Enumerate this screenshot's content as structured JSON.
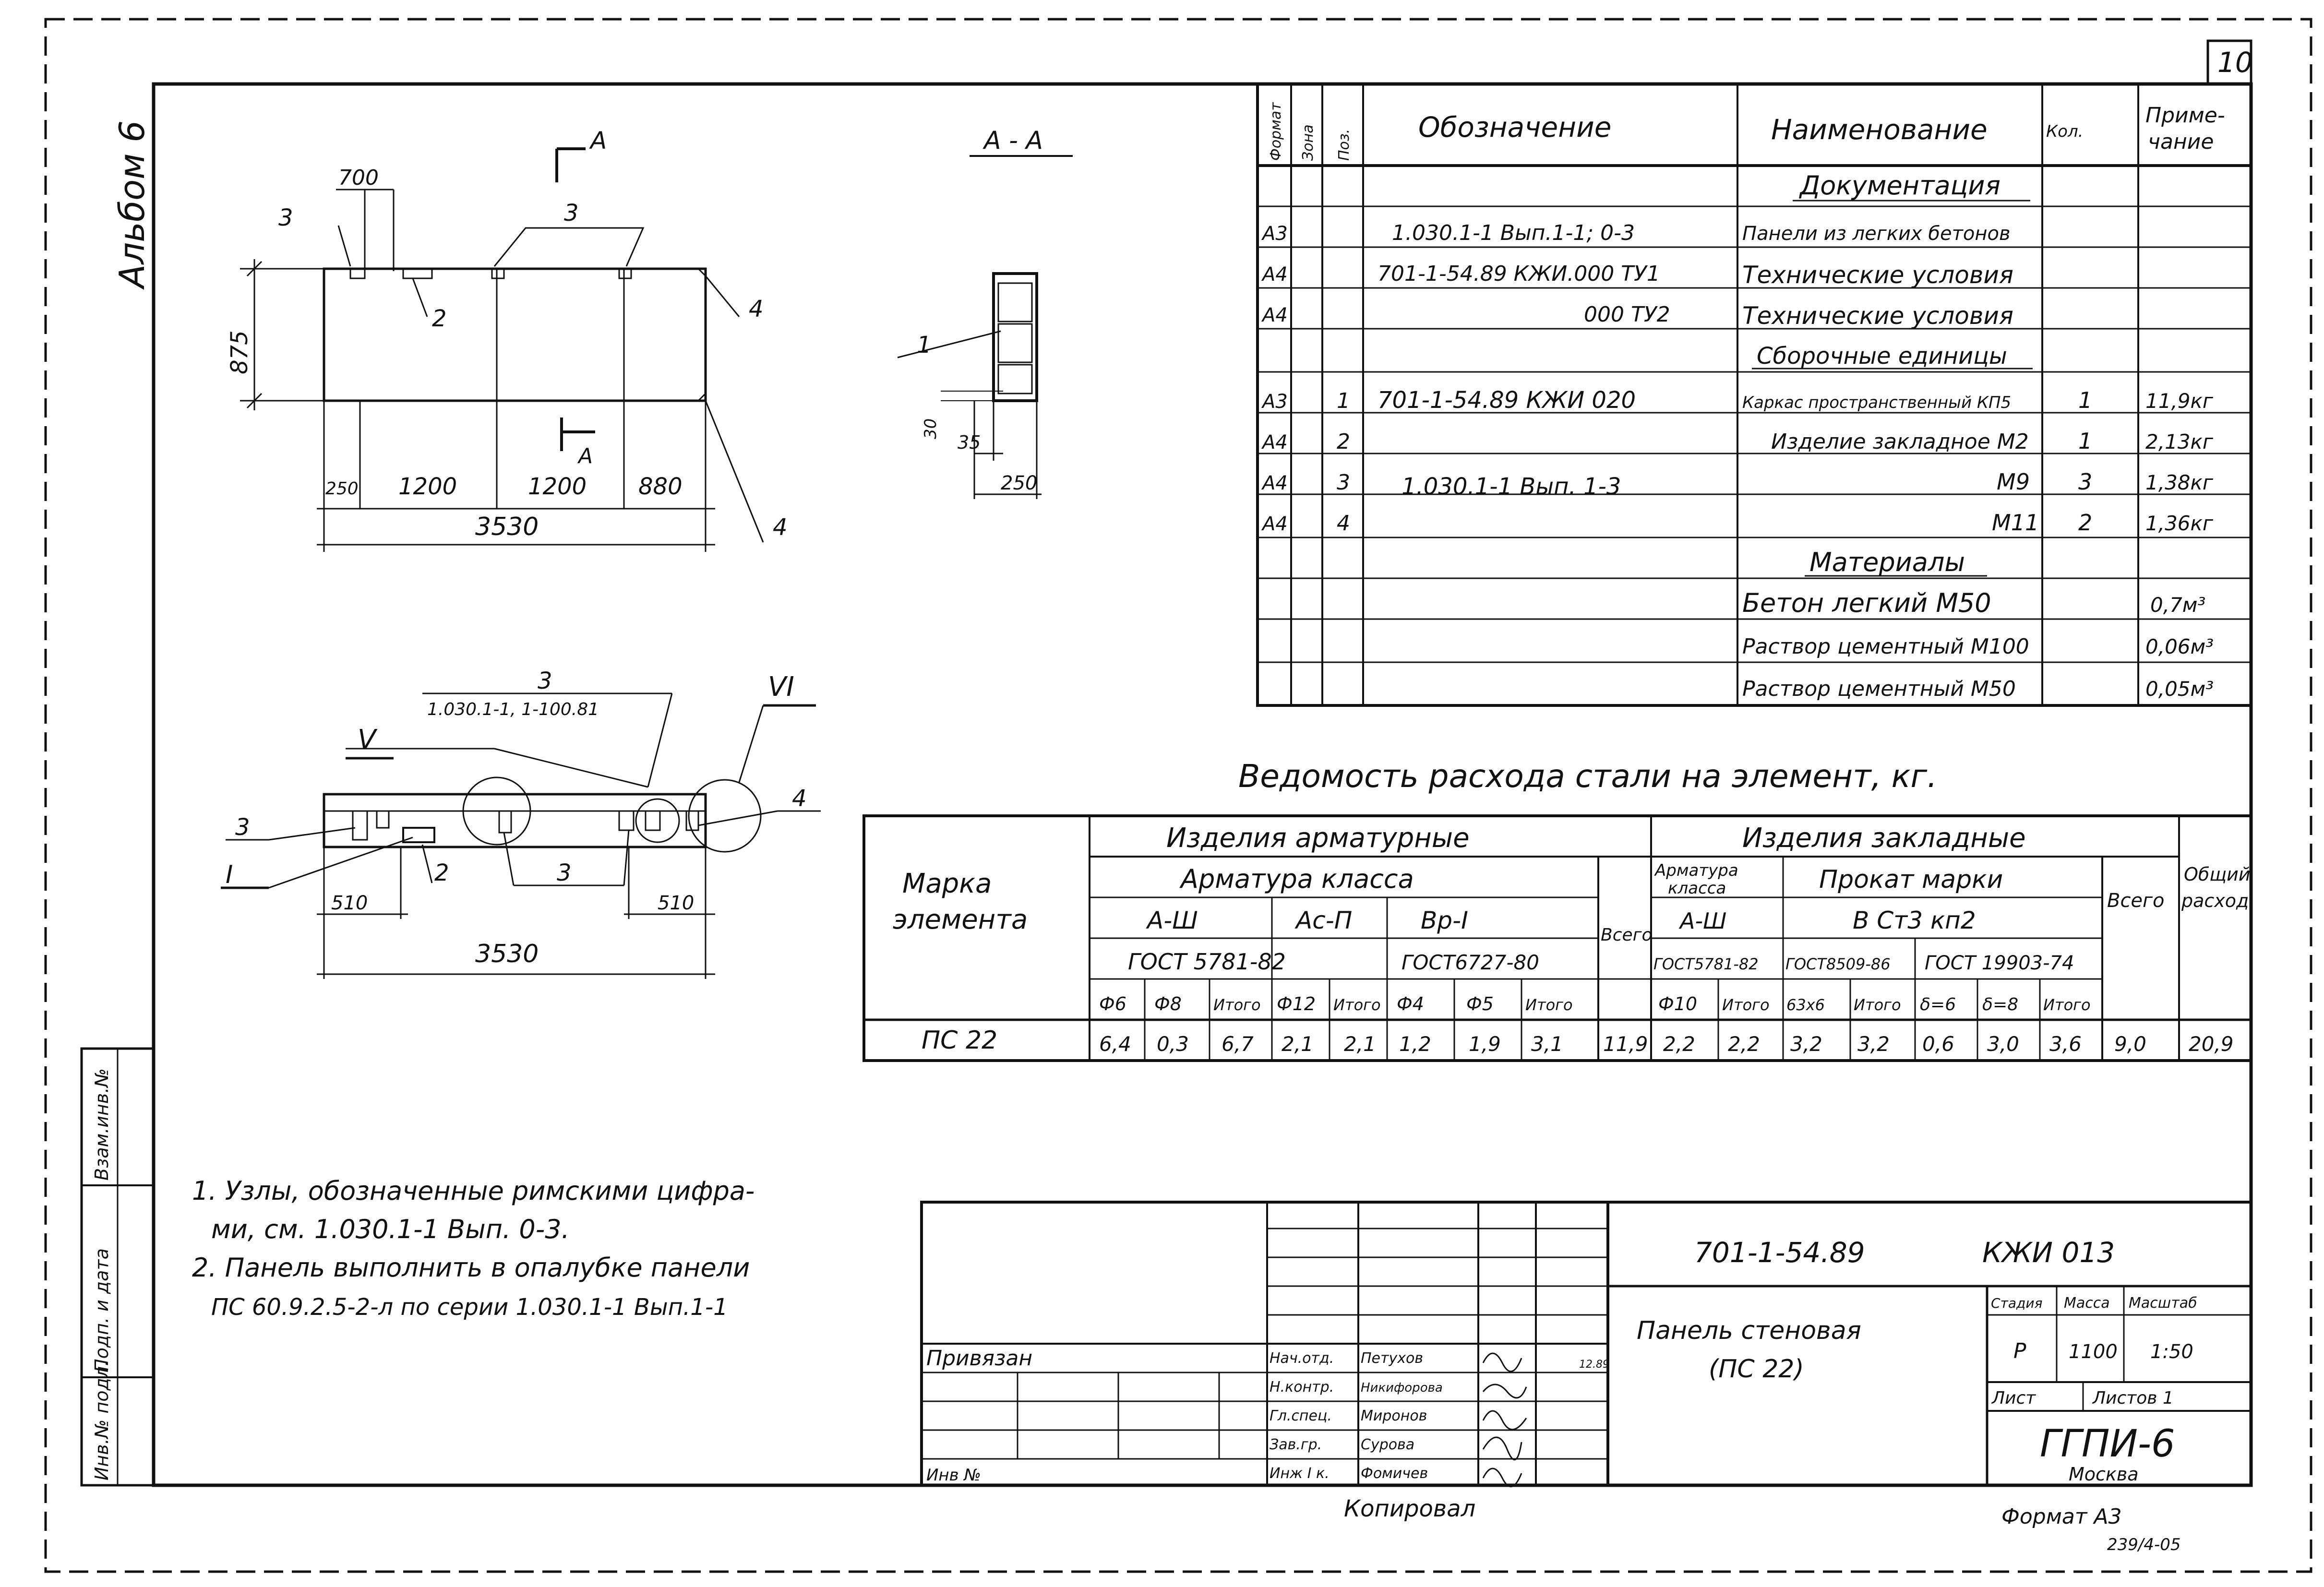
{
  "sheet_number": "10",
  "album_label": "Альбом 6",
  "spec_table": {
    "headers": {
      "format": "Формат",
      "zone": "Зона",
      "pos": "Поз.",
      "designation": "Обозначение",
      "name": "Наименование",
      "qty": "Кол.",
      "note_line1": "Приме-",
      "note_line2": "чание"
    },
    "sections": {
      "documentation": "Документация",
      "assembly": "Сборочные единицы",
      "materials": "Материалы"
    },
    "rows": [
      {
        "format": "А3",
        "pos": "",
        "designation": "1.030.1-1 Вып.1-1; 0-3",
        "name": "Панели из легких бетонов",
        "qty": "",
        "note": ""
      },
      {
        "format": "А4",
        "pos": "",
        "designation": "701-1-54.89 КЖИ.000 ТУ1",
        "name": "Технические условия",
        "qty": "",
        "note": ""
      },
      {
        "format": "А4",
        "pos": "",
        "designation": "000 ТУ2",
        "name": "Технические условия",
        "qty": "",
        "note": ""
      },
      {
        "format": "А3",
        "pos": "1",
        "designation": "701-1-54.89 КЖИ 020",
        "name": "Каркас пространственный КП5",
        "qty": "1",
        "note": "11,9кг"
      },
      {
        "format": "А4",
        "pos": "2",
        "designation": "",
        "name": "Изделие закладное М2",
        "qty": "1",
        "note": "2,13кг"
      },
      {
        "format": "А4",
        "pos": "3",
        "designation": "1.030.1-1 Вып. 1-3",
        "name": "М9",
        "qty": "3",
        "note": "1,38кг"
      },
      {
        "format": "А4",
        "pos": "4",
        "designation": "",
        "name": "М11",
        "qty": "2",
        "note": "1,36кг"
      },
      {
        "format": "",
        "pos": "",
        "designation": "",
        "name": "Бетон легкий М50",
        "qty": "",
        "note": "0,7м³"
      },
      {
        "format": "",
        "pos": "",
        "designation": "",
        "name": "Раствор цементный М100",
        "qty": "",
        "note": "0,06м³"
      },
      {
        "format": "",
        "pos": "",
        "designation": "",
        "name": "Раствор цементный М50",
        "qty": "",
        "note": "0,05м³"
      }
    ]
  },
  "steel_table": {
    "title": "Ведомость расхода стали на элемент, кг.",
    "h_mark_1": "Марка",
    "h_mark_2": "элемента",
    "h_reinf": "Изделия арматурные",
    "h_embed": "Изделия закладные",
    "h_class": "Арматура класса",
    "h_a3": "А-Ш",
    "h_ac2": "Ас-П",
    "h_bp1": "Вр-I",
    "h_gost5781": "ГОСТ 5781-82",
    "h_gost6727": "ГОСТ6727-80",
    "h_total": "Всего",
    "h_embed_class_1": "Арматура",
    "h_embed_class_2": "класса",
    "h_embed_a3": "А-Ш",
    "h_embed_gost": "ГОСТ5781-82",
    "h_rolled": "Прокат марки",
    "h_steel": "В Ст3 кп2",
    "h_gost8509": "ГОСТ8509-86",
    "h_gost19903": "ГОСТ 19903-74",
    "h_embed_total": "Всего",
    "h_overall_1": "Общий",
    "h_overall_2": "расход",
    "subcols": [
      "Ф6",
      "Ф8",
      "Итого",
      "Ф12",
      "Итого",
      "Ф4",
      "Ф5",
      "Итого",
      "Ф10",
      "Итого",
      "63х6",
      "Итого",
      "δ=6",
      "δ=8",
      "Итого"
    ],
    "row": {
      "mark": "ПС 22",
      "values": [
        "6,4",
        "0,3",
        "6,7",
        "2,1",
        "2,1",
        "1,2",
        "1,9",
        "3,1",
        "11,9",
        "2,2",
        "2,2",
        "3,2",
        "3,2",
        "0,6",
        "3,0",
        "3,6",
        "9,0",
        "20,9"
      ]
    }
  },
  "drawing": {
    "section_label": "А - А",
    "section_mark": "А",
    "dims": {
      "d700": "700",
      "d875": "875",
      "d250": "250",
      "d1200a": "1200",
      "d1200b": "1200",
      "d880": "880",
      "d3530": "3530",
      "d30": "30",
      "d35": "35",
      "d250s": "250",
      "d510a": "510",
      "d510b": "510",
      "d3530b": "3530"
    },
    "pos_labels": {
      "p1": "1",
      "p2": "2",
      "p3": "3",
      "p4": "4"
    },
    "node_labels": {
      "n1": "I",
      "n5": "V",
      "n6": "VI"
    },
    "ref_note": "1.030.1-1, 1-100.81"
  },
  "notes": [
    "1. Узлы, обозначенные римскими цифра-",
    "ми, см. 1.030.1-1 Вып. 0-3.",
    "2. Панель выполнить в опалубке панели",
    "ПС 60.9.2.5-2-л по серии 1.030.1-1 Вып.1-1"
  ],
  "title_block": {
    "code": "701-1-54.89",
    "doc": "КЖИ 013",
    "title_line1": "Панель стеновая",
    "title_line2": "(ПС 22)",
    "stage_label": "Стадия",
    "mass_label": "Масса",
    "scale_label": "Масштаб",
    "stage": "Р",
    "mass": "1100",
    "scale": "1:50",
    "sheet_label": "Лист",
    "sheets_label": "Листов 1",
    "org": "ГГПИ-6",
    "city": "Москва",
    "bound": "Привязан",
    "inv": "Инв №",
    "signers": [
      {
        "role": "Нач.отд.",
        "name": "Петухов"
      },
      {
        "role": "Н.контр.",
        "name": "Никифорова"
      },
      {
        "role": "Гл.спец.",
        "name": "Миронов"
      },
      {
        "role": "Зав.гр.",
        "name": "Сурова"
      },
      {
        "role": "Инж I к.",
        "name": "Фомичев"
      }
    ],
    "date_small": "12.89"
  },
  "side_stamp": [
    "Взам.инв.№",
    "Подп. и дата",
    "Инв.№ подл."
  ],
  "footer": {
    "copied": "Копировал",
    "format": "Формат А3",
    "number": "239/4-05"
  }
}
